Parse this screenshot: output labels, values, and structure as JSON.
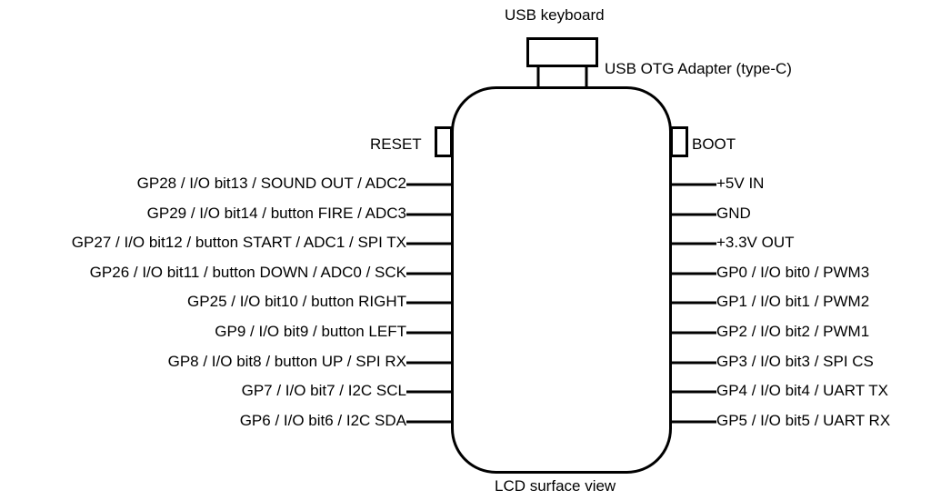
{
  "title_top": "USB keyboard",
  "adapter_label": "USB OTG Adapter (type-C)",
  "bottom_label": "LCD surface view",
  "buttons": {
    "reset": "RESET",
    "boot": "BOOT"
  },
  "left_pins": [
    "GP28 / I/O bit13 / SOUND OUT / ADC2",
    "GP29 / I/O bit14 / button FIRE / ADC3",
    "GP27 / I/O bit12 / button START / ADC1 / SPI TX",
    "GP26 / I/O bit11 / button DOWN / ADC0 / SCK",
    "GP25 / I/O bit10 / button RIGHT",
    "GP9 / I/O bit9 / button LEFT",
    "GP8 / I/O bit8 / button UP / SPI RX",
    "GP7 / I/O bit7 / I2C SCL",
    "GP6 / I/O bit6 / I2C SDA"
  ],
  "right_pins": [
    "+5V IN",
    "GND",
    "+3.3V OUT",
    "GP0 / I/O bit0 / PWM3",
    "GP1 / I/O bit1 / PWM2",
    "GP2 / I/O bit2 / PWM1",
    "GP3 / I/O bit3 / SPI CS",
    "GP4 / I/O bit4 / UART TX",
    "GP5 / I/O bit5 / UART RX"
  ]
}
